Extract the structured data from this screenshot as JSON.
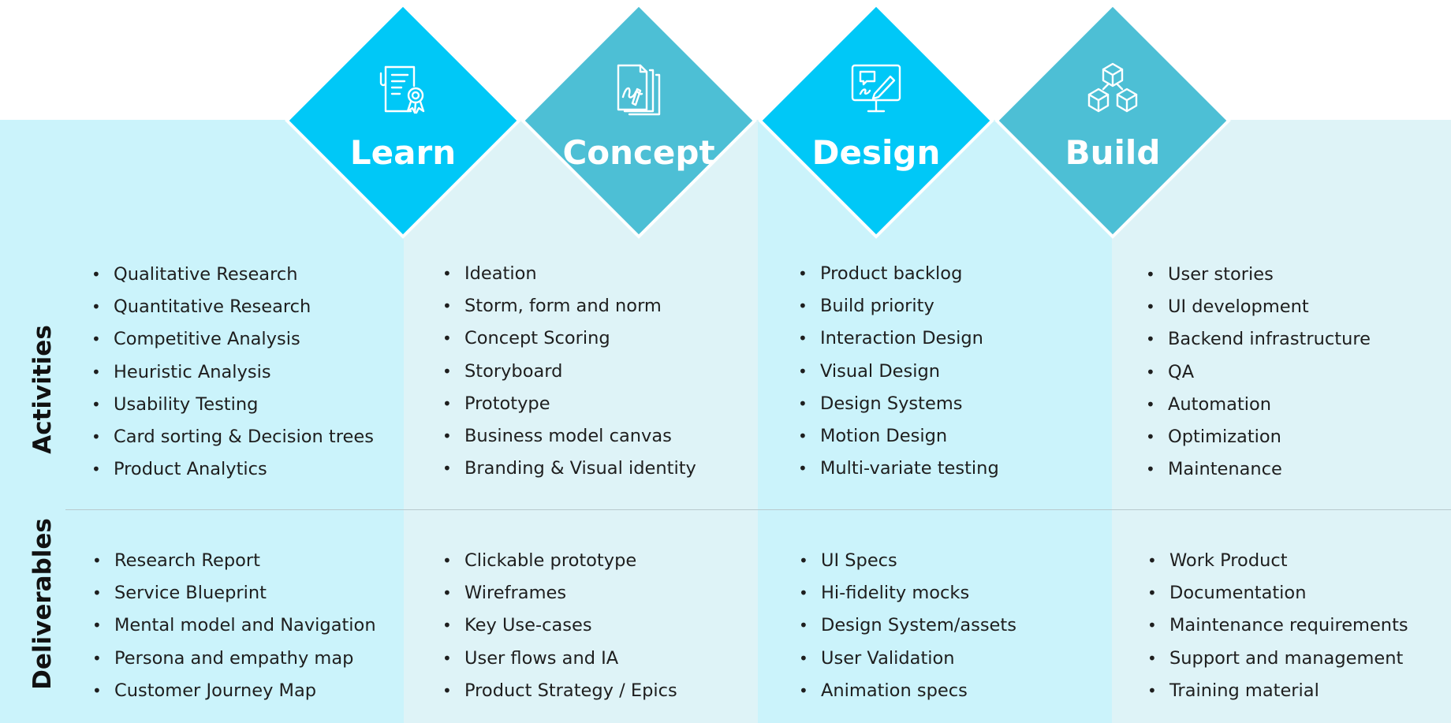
{
  "colors": {
    "diamond_bright": "#00c8f7",
    "diamond_teal": "#4dbfd5",
    "band_light": "#cbf3fb",
    "band_alt": "#def3f7"
  },
  "row_labels": {
    "activities": "Activities",
    "deliverables": "Deliverables"
  },
  "phases": [
    {
      "name": "Learn",
      "icon": "certificate-document-icon",
      "activities": [
        "Qualitative Research",
        "Quantitative Research",
        "Competitive Analysis",
        "Heuristic Analysis",
        "Usability Testing",
        "Card sorting & Decision trees",
        "Product Analytics"
      ],
      "deliverables": [
        "Research Report",
        "Service Blueprint",
        "Mental model and Navigation",
        "Persona and empathy map",
        "Customer Journey Map"
      ]
    },
    {
      "name": "Concept",
      "icon": "signed-documents-icon",
      "activities": [
        "Ideation",
        "Storm, form and norm",
        "Concept Scoring",
        "Storyboard",
        "Prototype",
        "Business model canvas",
        "Branding & Visual identity"
      ],
      "deliverables": [
        "Clickable prototype",
        "Wireframes",
        "Key Use-cases",
        "User flows and IA",
        "Product Strategy / Epics"
      ]
    },
    {
      "name": "Design",
      "icon": "monitor-pen-icon",
      "activities": [
        "Product backlog",
        "Build priority",
        "Interaction Design",
        "Visual Design",
        "Design Systems",
        "Motion Design",
        "Multi-variate testing"
      ],
      "deliverables": [
        "UI Specs",
        "Hi-fidelity mocks",
        "Design System/assets",
        "User Validation",
        "Animation specs"
      ]
    },
    {
      "name": "Build",
      "icon": "cubes-icon",
      "activities": [
        "User stories",
        "UI development",
        "Backend infrastructure",
        "QA",
        "Automation",
        "Optimization",
        "Maintenance"
      ],
      "deliverables": [
        "Work Product",
        "Documentation",
        "Maintenance requirements",
        "Support and management",
        "Training material"
      ]
    }
  ]
}
